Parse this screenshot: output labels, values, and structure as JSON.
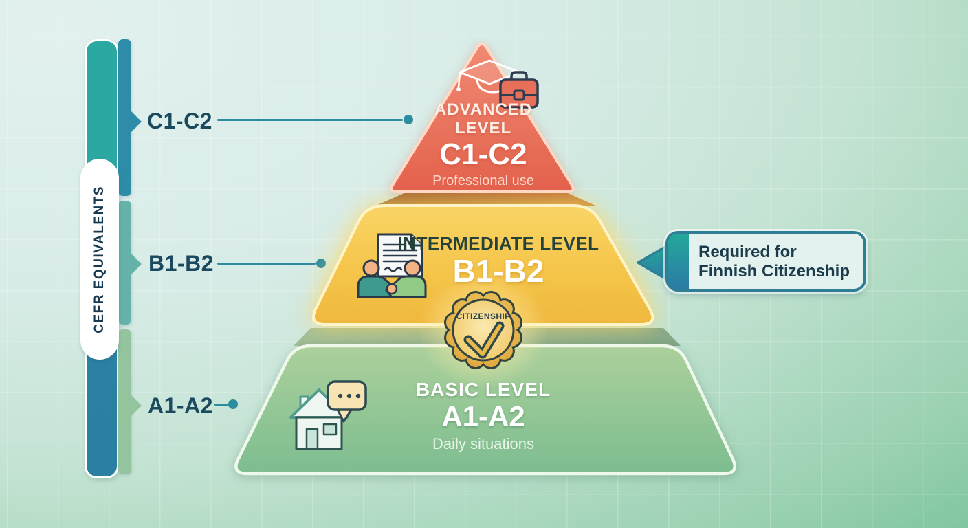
{
  "sidebar": {
    "title": "CEFR EQUIVALENTS",
    "levels": [
      {
        "label": "C1-C2",
        "color": "#2f8ca9"
      },
      {
        "label": "B1-B2",
        "color": "#65b2ab"
      },
      {
        "label": "A1-A2",
        "color": "#94c49d"
      }
    ]
  },
  "pyramid": {
    "tiers": [
      {
        "name": "advanced",
        "title": "ADVANCED LEVEL",
        "code": "C1-C2",
        "subtitle": "Professional use",
        "color": "#e8695a",
        "icon": "graduation-cap-and-briefcase"
      },
      {
        "name": "intermediate",
        "title": "INTERMEDIATE LEVEL",
        "code": "B1-B2",
        "color": "#f5c94c",
        "icon": "contract-handshake"
      },
      {
        "name": "basic",
        "title": "BASIC LEVEL",
        "code": "A1-A2",
        "subtitle": "Daily situations",
        "color": "#8cc495",
        "icon": "house-and-speech-bubble"
      }
    ]
  },
  "badge": {
    "label": "CITIZENSHIP",
    "color": "#edbd4e"
  },
  "callout": {
    "line1": "Required for",
    "line2": "Finnish Citizenship",
    "border_color": "#2e7f95",
    "accent_color": "#24a89a"
  },
  "colors": {
    "background_light": "#dcefeb",
    "background_green": "#66ba8e",
    "rail_teal": "#2ba8a2",
    "rail_blue": "#2b7fa2",
    "connector": "#2d8d9e",
    "label_text": "#1b4a5f"
  }
}
